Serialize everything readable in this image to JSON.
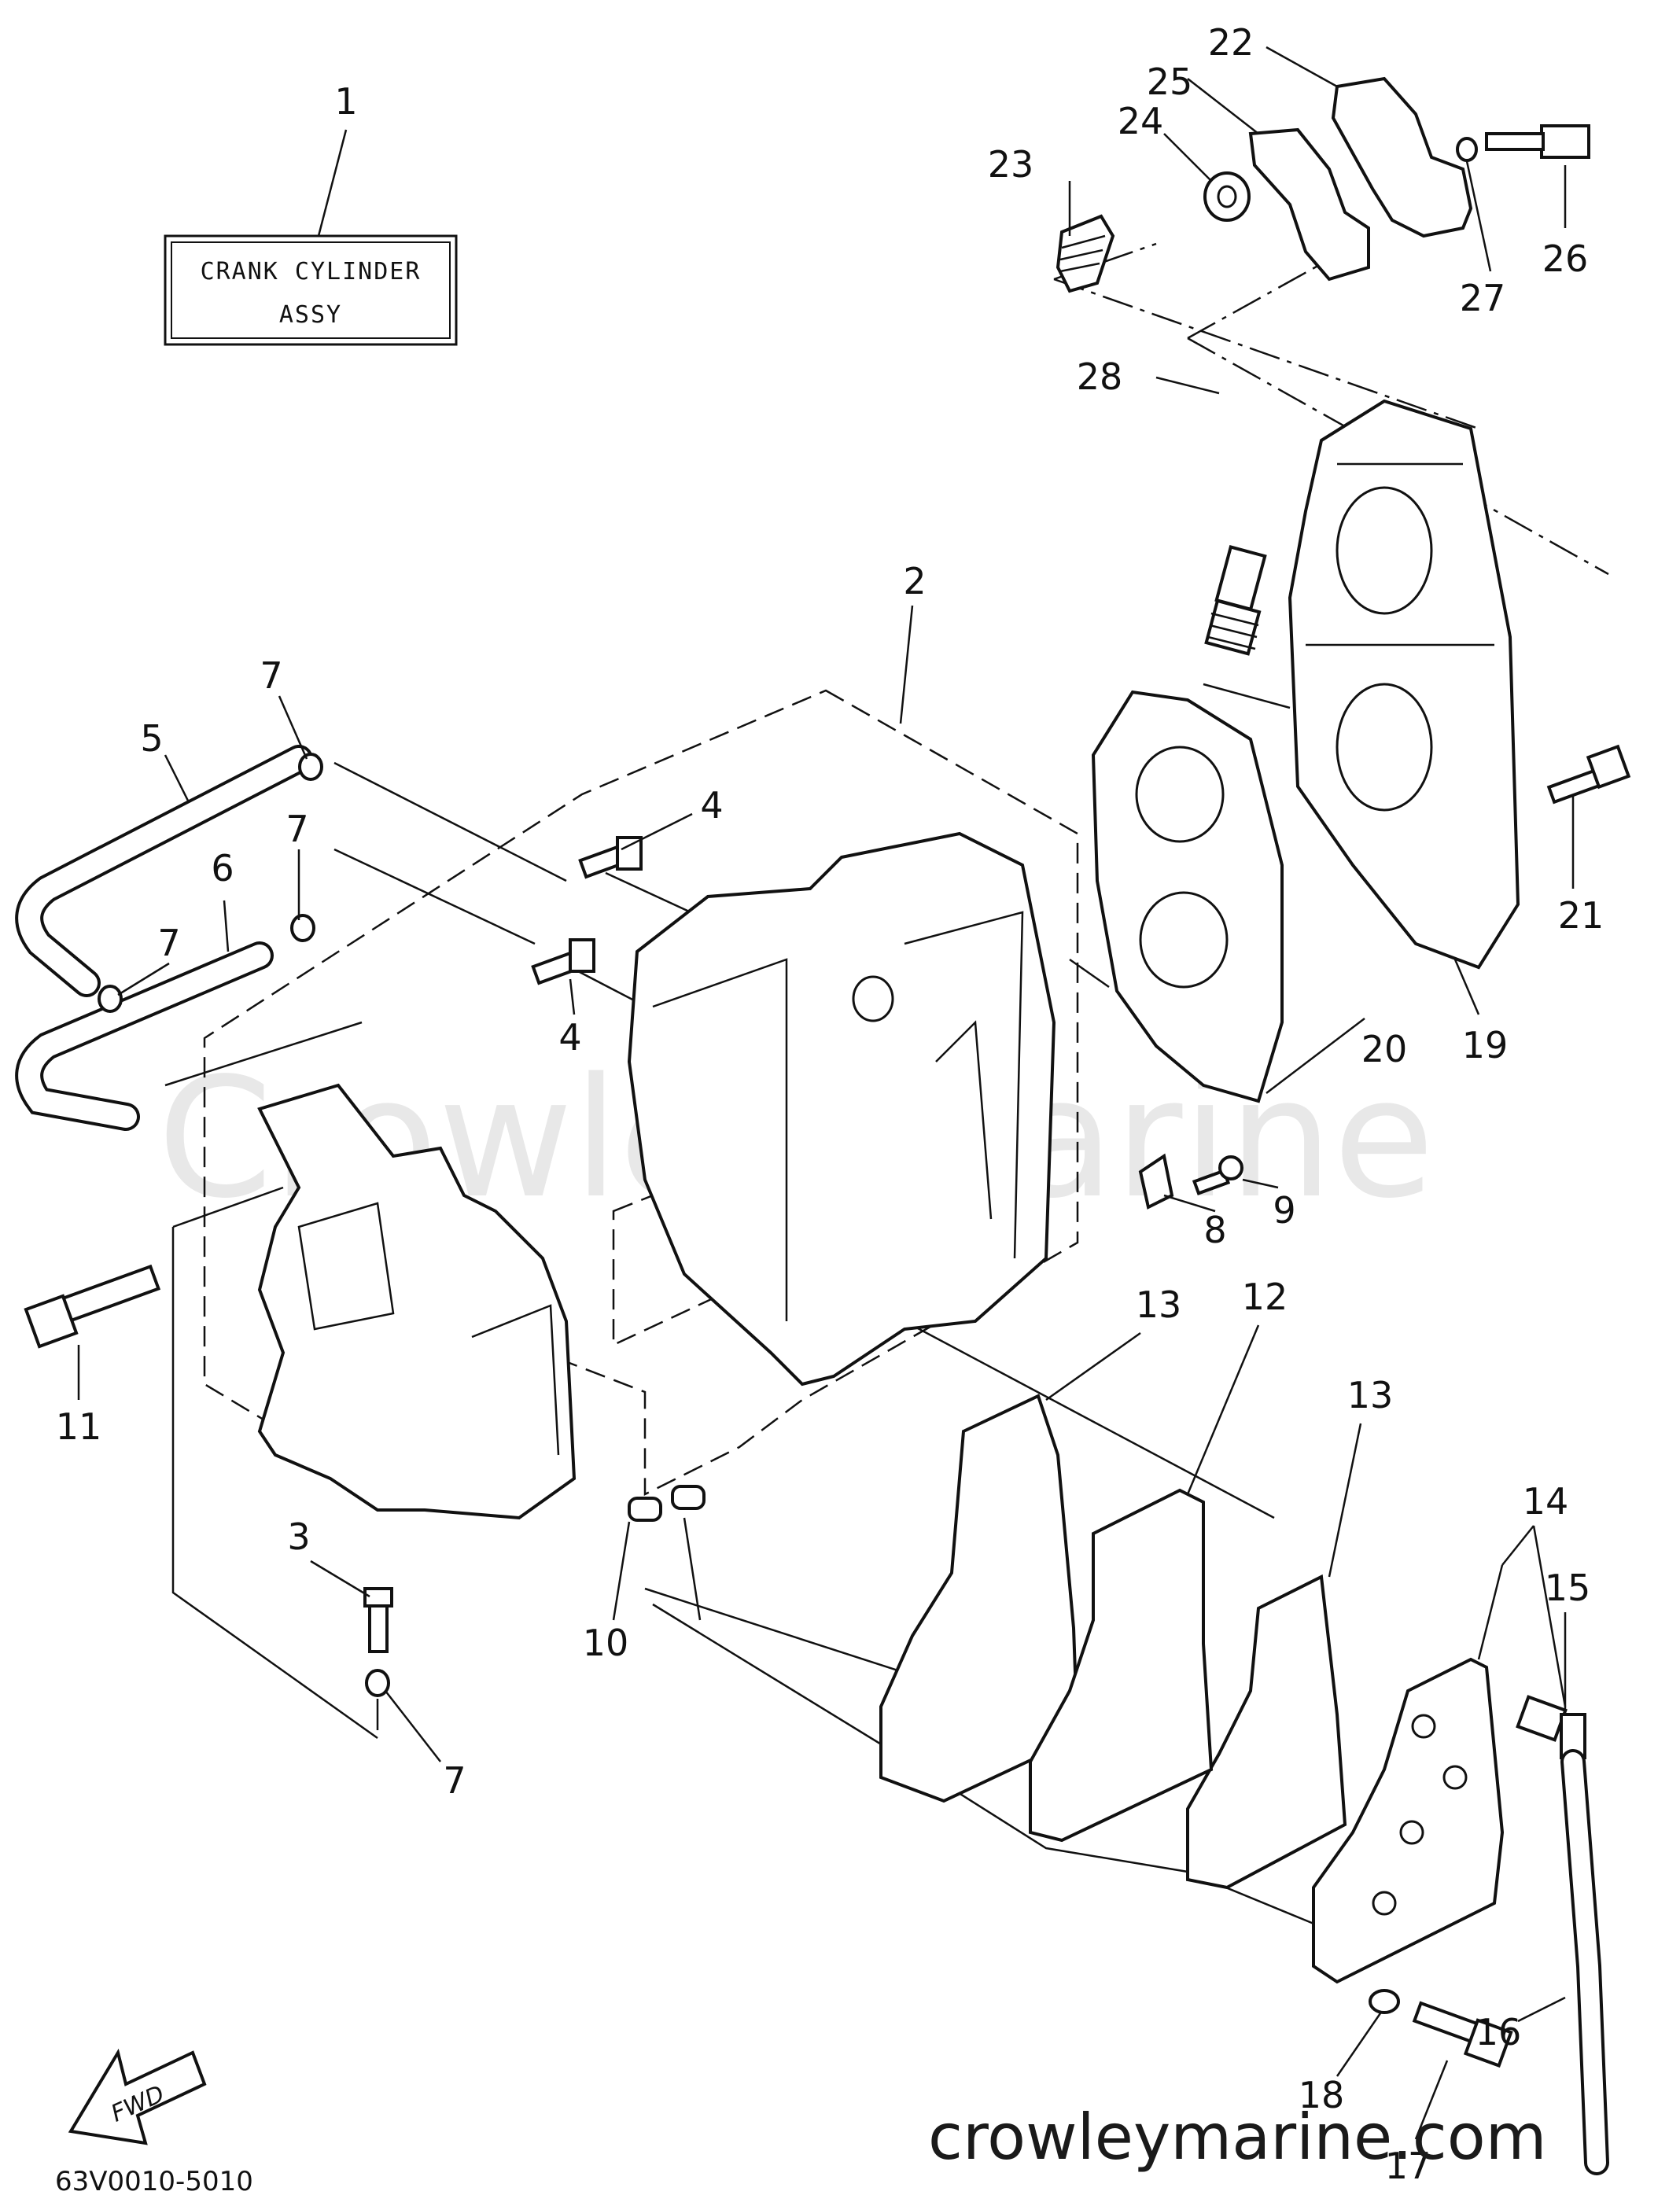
{
  "watermark": "Crowley Marine",
  "site": "crowleymarine.com",
  "diagram_code": "63V0010-5010",
  "fwd_label": "FWD",
  "assembly_box": {
    "line1": "CRANK CYLINDER",
    "line2": "ASSY"
  },
  "callouts": [
    {
      "id": "c1",
      "label": "1"
    },
    {
      "id": "c2",
      "label": "2"
    },
    {
      "id": "c3",
      "label": "3"
    },
    {
      "id": "c4a",
      "label": "4"
    },
    {
      "id": "c4b",
      "label": "4"
    },
    {
      "id": "c5",
      "label": "5"
    },
    {
      "id": "c6",
      "label": "6"
    },
    {
      "id": "c7a",
      "label": "7"
    },
    {
      "id": "c7b",
      "label": "7"
    },
    {
      "id": "c7c",
      "label": "7"
    },
    {
      "id": "c7d",
      "label": "7"
    },
    {
      "id": "c8",
      "label": "8"
    },
    {
      "id": "c9",
      "label": "9"
    },
    {
      "id": "c10",
      "label": "10"
    },
    {
      "id": "c11",
      "label": "11"
    },
    {
      "id": "c12",
      "label": "12"
    },
    {
      "id": "c13a",
      "label": "13"
    },
    {
      "id": "c13b",
      "label": "13"
    },
    {
      "id": "c14",
      "label": "14"
    },
    {
      "id": "c15",
      "label": "15"
    },
    {
      "id": "c16",
      "label": "16"
    },
    {
      "id": "c17",
      "label": "17"
    },
    {
      "id": "c18",
      "label": "18"
    },
    {
      "id": "c19",
      "label": "19"
    },
    {
      "id": "c20",
      "label": "20"
    },
    {
      "id": "c21",
      "label": "21"
    },
    {
      "id": "c22",
      "label": "22"
    },
    {
      "id": "c23",
      "label": "23"
    },
    {
      "id": "c24",
      "label": "24"
    },
    {
      "id": "c25",
      "label": "25"
    },
    {
      "id": "c26",
      "label": "26"
    },
    {
      "id": "c27",
      "label": "27"
    },
    {
      "id": "c28",
      "label": "28"
    }
  ]
}
